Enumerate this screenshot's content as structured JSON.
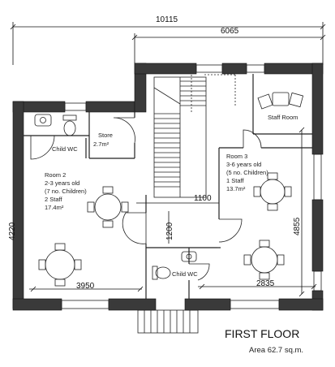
{
  "dimensions": {
    "overall_width": "10115",
    "upper_width": "6065",
    "corridor": "1100",
    "landing": "1200",
    "room2_height": "4220",
    "room3_height": "4855",
    "room2_width": "3950",
    "room3_width": "2835"
  },
  "rooms": {
    "child_wc_1": "Child WC",
    "store_name": "Store",
    "store_area": "2.7m²",
    "staff_room": "Staff Room",
    "room2": {
      "name": "Room 2",
      "age": "2-3 years old",
      "children": "(7 no. Children)",
      "staff": "2 Staff",
      "area": "17.4m²"
    },
    "room3": {
      "name": "Room 3",
      "age": "3-6 years old",
      "children": "(5 no. Children)",
      "staff": "1 Staff",
      "area": "13.7m²"
    },
    "child_wc_2": "Child WC"
  },
  "floor": {
    "title": "FIRST FLOOR",
    "area": "Area 62.7 sq.m."
  }
}
